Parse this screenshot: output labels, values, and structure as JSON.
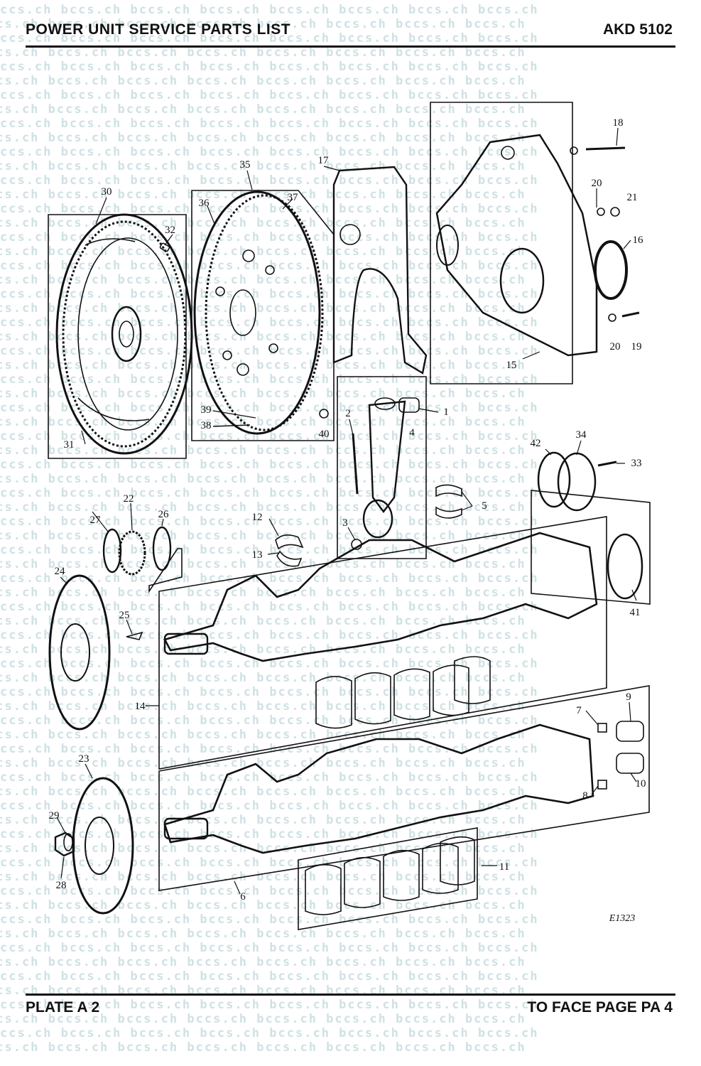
{
  "header": {
    "title": "POWER UNIT SERVICE PARTS LIST",
    "code": "AKD 5102"
  },
  "footer": {
    "plate": "PLATE A 2",
    "face_page": "TO FACE PAGE PA 4"
  },
  "watermark": "ccs.ch bccs.ch bccs.ch bccs.ch bccs.ch bccs.ch bccs.ch bccs.ch",
  "figure_id": "E1323",
  "callouts": {
    "c1": "1",
    "c2": "2",
    "c3": "3",
    "c4": "4",
    "c5": "5",
    "c6": "6",
    "c7": "7",
    "c8": "8",
    "c9": "9",
    "c10": "10",
    "c11": "11",
    "c12": "12",
    "c13": "13",
    "c14": "14",
    "c15": "15",
    "c16": "16",
    "c17": "17",
    "c18": "18",
    "c19": "19",
    "c20a": "20",
    "c20b": "20",
    "c21": "21",
    "c22": "22",
    "c23": "23",
    "c24": "24",
    "c25": "25",
    "c26": "26",
    "c27": "27",
    "c28": "28",
    "c29": "29",
    "c30": "30",
    "c31": "31",
    "c32": "32",
    "c33": "33",
    "c34": "34",
    "c35": "35",
    "c36": "36",
    "c37": "37",
    "c38": "38",
    "c39": "39",
    "c40": "40",
    "c41": "41",
    "c42": "42"
  },
  "colors": {
    "ink": "#111111",
    "watermark": "#cfe1e4",
    "paper": "#ffffff"
  }
}
